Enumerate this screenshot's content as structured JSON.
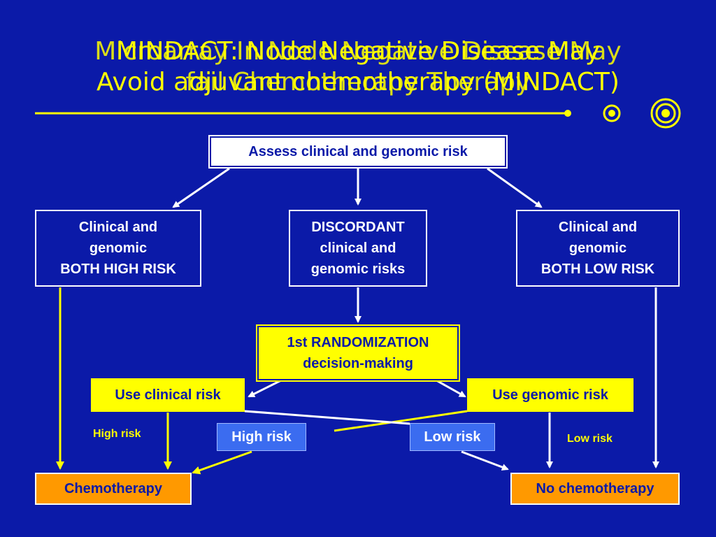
{
  "title": {
    "layer_a": [
      "MINDACT: Node Negative Disease May",
      "Avoid adjuvant chemotherapy (MINDACT)"
    ],
    "layer_b": [
      "Microarray In Node Negative Disease May",
      "fail Chemotherapy Therapy"
    ]
  },
  "boxes": {
    "assess": "Assess clinical and genomic risk",
    "high_both": [
      "Clinical and",
      "genomic",
      "BOTH HIGH RISK"
    ],
    "discordant": [
      "DISCORDANT",
      "clinical and",
      "genomic risks"
    ],
    "low_both": [
      "Clinical and",
      "genomic",
      "BOTH LOW RISK"
    ],
    "randomization": [
      "1st RANDOMIZATION",
      "decision-making"
    ],
    "use_clinical": "Use clinical risk",
    "use_genomic": "Use genomic risk",
    "high_risk_mid": "High risk",
    "low_risk_mid": "Low risk",
    "chemo": "Chemotherapy",
    "no_chemo": "No chemotherapy"
  },
  "labels": {
    "high_risk_left": "High risk",
    "low_risk_right": "Low risk"
  },
  "colors": {
    "background": "#0b1aa8",
    "accent_yellow": "#ffff00",
    "orange": "#ff9900",
    "button_blue": "#3b6cf0"
  }
}
